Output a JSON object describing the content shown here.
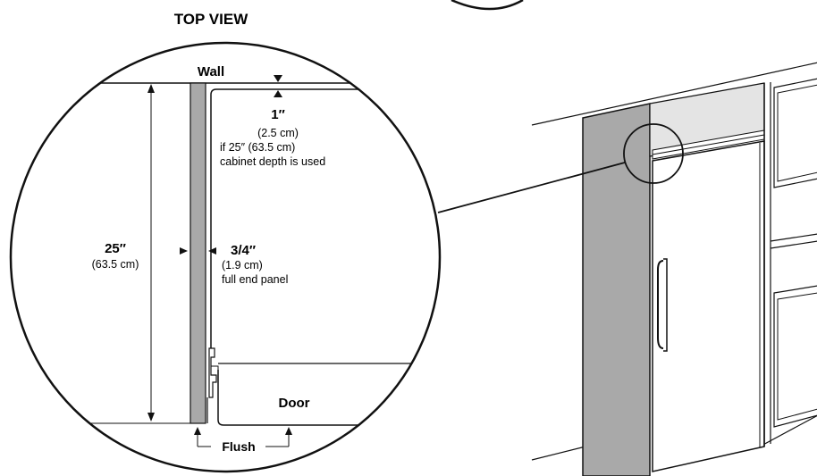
{
  "heading": "TOP VIEW",
  "labels": {
    "wall": "Wall",
    "door": "Door",
    "flush": "Flush"
  },
  "dimensions": {
    "top_gap": {
      "value": "1″",
      "metric": "(2.5 cm)",
      "note_line1": "if 25″ (63.5 cm)",
      "note_line2": "cabinet depth is used"
    },
    "depth": {
      "value": "25″",
      "metric": "(63.5 cm)"
    },
    "panel": {
      "value": "3/4″",
      "metric": "(1.9 cm)",
      "note": "full end panel"
    }
  },
  "colors": {
    "panel_gray": "#a9a9a9",
    "line": "#111111",
    "light_gray": "#e4e4e4"
  }
}
